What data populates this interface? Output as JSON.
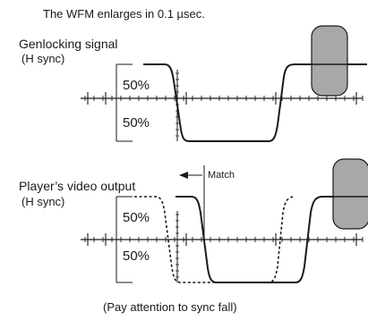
{
  "header_note": "The WFM enlarges in 0.1 µsec.",
  "top_panel": {
    "title": "Genlocking signal",
    "subtitle": "(H sync)",
    "upper_pct": "50%",
    "lower_pct": "50%"
  },
  "bottom_panel": {
    "title": "Player’s video output",
    "subtitle": "(H sync)",
    "upper_pct": "50%",
    "lower_pct": "50%"
  },
  "match_label": "Match",
  "footer_note": "(Pay attention to sync fall)",
  "colors": {
    "line": "#1a1a1a",
    "marker_fill": "#a8a8a8"
  }
}
